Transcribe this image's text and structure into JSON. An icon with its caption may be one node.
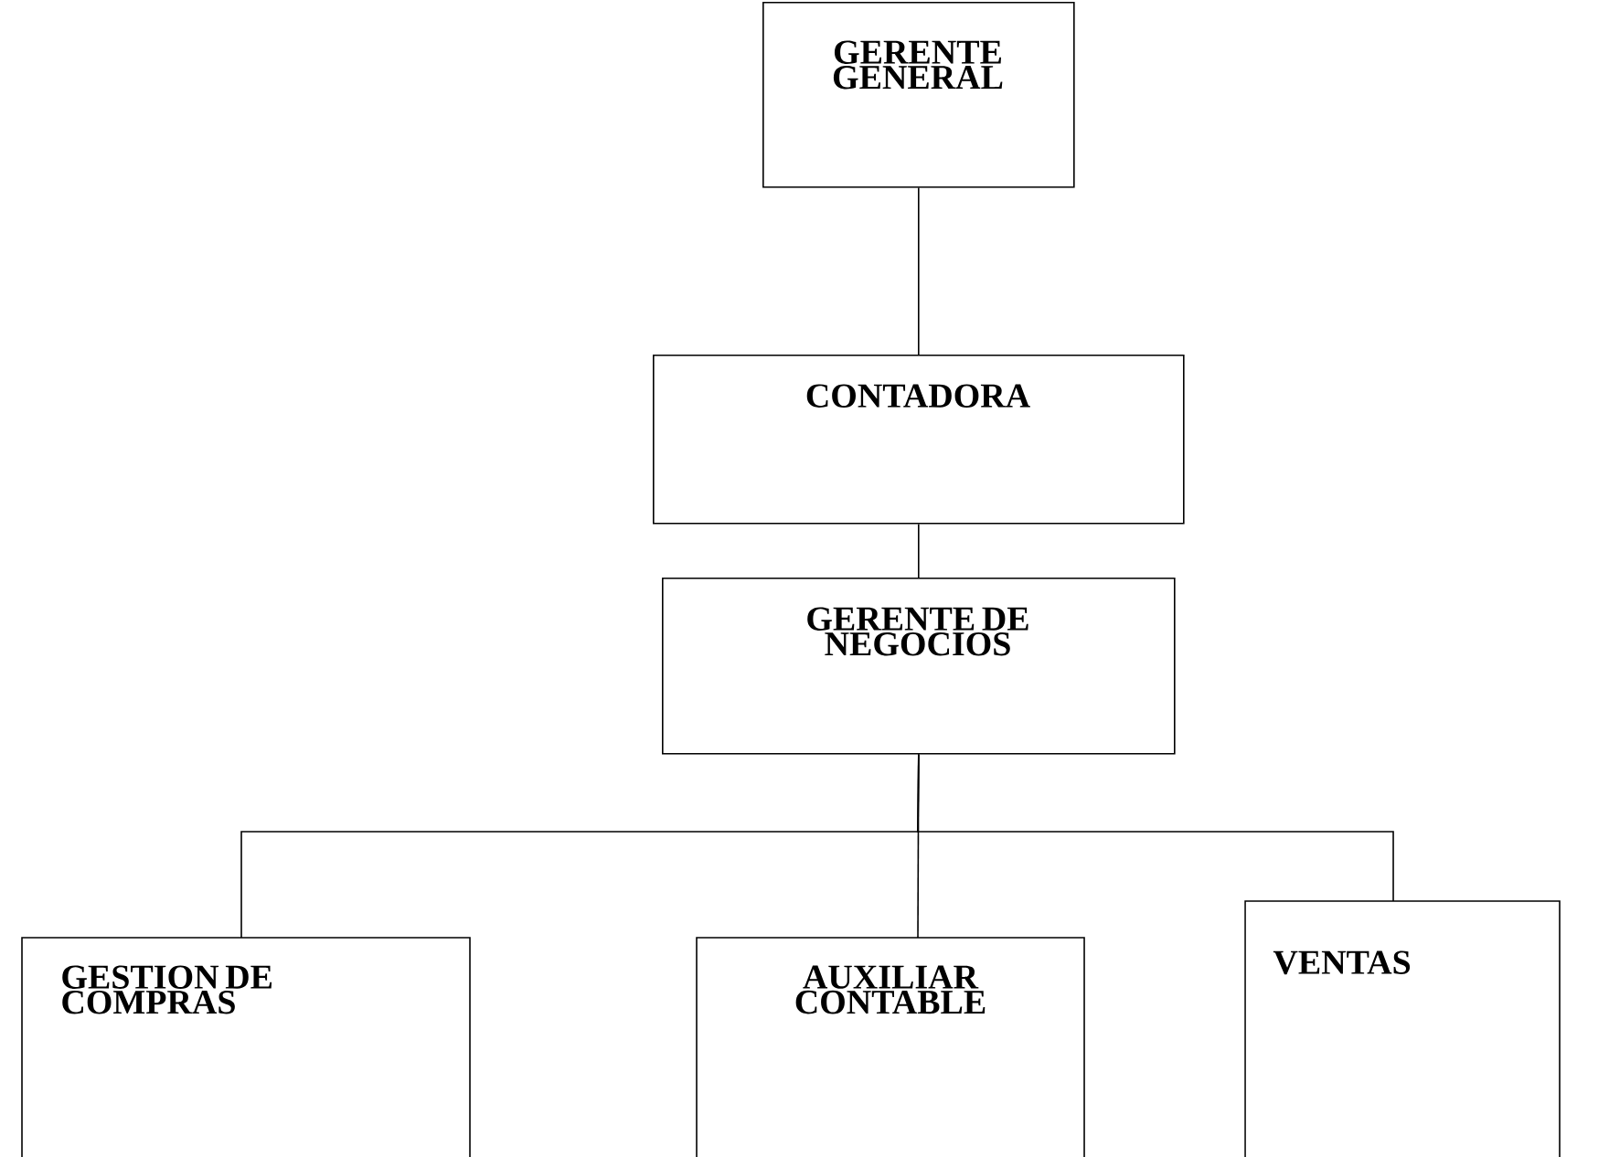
{
  "diagram": {
    "nodes": [
      {
        "text": [
          "GERENTE GENERAL"
        ]
      },
      {
        "text": [
          "CONTADORA"
        ]
      },
      {
        "text": [
          "GERENTE DE NEGOCIOS"
        ]
      },
      {
        "text": [
          "GESTION DE COMPRAS"
        ]
      },
      {
        "text": [
          "AUXILIAR CONTABLE"
        ]
      },
      {
        "text": [
          "VENTAS"
        ]
      }
    ],
    "edges": [
      {
        "from": 0,
        "to": 1,
        "arrow": "none"
      },
      {
        "from": 1,
        "to": 2,
        "arrow": "none"
      },
      {
        "from": 2,
        "to": 3,
        "arrow": "none"
      },
      {
        "from": 2,
        "to": 4,
        "arrow": "none"
      },
      {
        "from": 2,
        "to": 5,
        "arrow": "none"
      }
    ]
  }
}
